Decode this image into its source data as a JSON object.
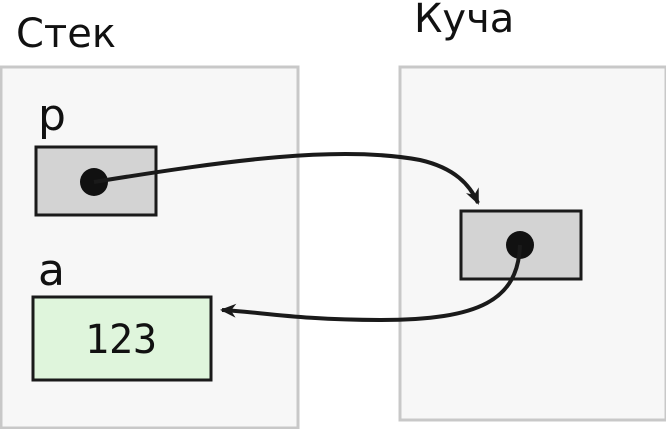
{
  "stack": {
    "title": "Стек",
    "variables": [
      {
        "name": "p",
        "kind": "pointer"
      },
      {
        "name": "a",
        "value": "123"
      }
    ]
  },
  "heap": {
    "title": "Куча"
  },
  "colors": {
    "region_fill": "#f7f7f7",
    "region_border": "#c8c8c8",
    "pointer_cell": "#d3d3d3",
    "value_cell": "#dff5dc",
    "stroke": "#1a1a1a"
  }
}
